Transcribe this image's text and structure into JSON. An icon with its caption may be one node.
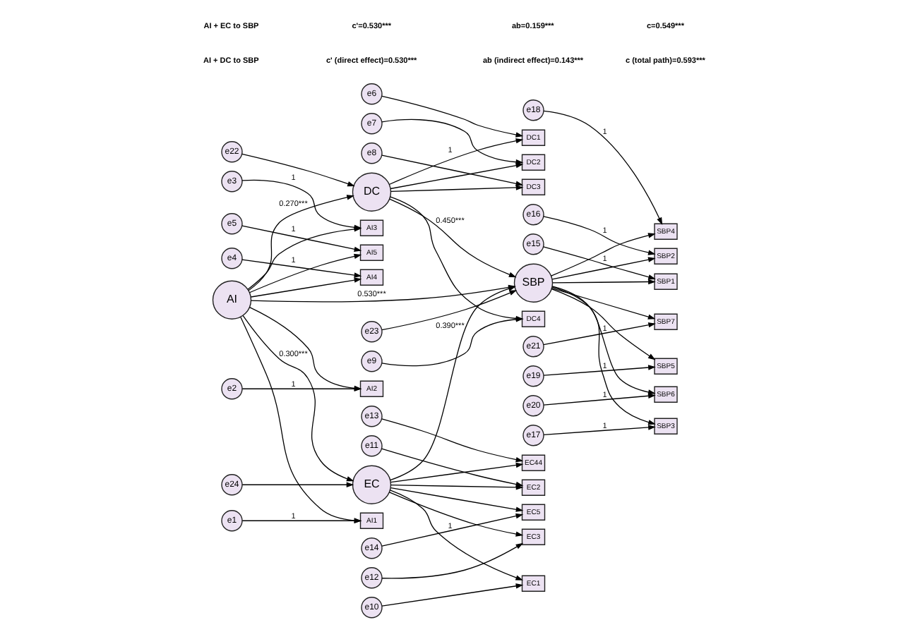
{
  "diagram": {
    "nodes": [
      {
        "text": [
          "e6"
        ]
      },
      {
        "text": [
          "e7"
        ]
      },
      {
        "text": [
          "e8"
        ]
      },
      {
        "text": [
          "e9"
        ]
      },
      {
        "text": [
          "DC1"
        ]
      },
      {
        "text": [
          "DC2"
        ]
      },
      {
        "text": [
          "DC3"
        ]
      },
      {
        "text": [
          "DC4"
        ]
      },
      {
        "text": [
          "e22"
        ]
      },
      {
        "text": [
          "DC"
        ]
      },
      {
        "text": [
          "e23"
        ]
      },
      {
        "text": [
          "SBP"
        ]
      },
      {
        "text": [
          "e5"
        ]
      },
      {
        "text": [
          "AI5"
        ]
      },
      {
        "text": [
          "e4"
        ]
      },
      {
        "text": [
          "AI4"
        ]
      },
      {
        "text": [
          "e3"
        ]
      },
      {
        "text": [
          "AI3"
        ]
      },
      {
        "text": [
          "e2"
        ]
      },
      {
        "text": [
          "AI2"
        ]
      },
      {
        "text": [
          "e1"
        ]
      },
      {
        "text": [
          "AI1"
        ]
      },
      {
        "text": [
          "AI"
        ]
      },
      {
        "text": [
          "e24"
        ]
      },
      {
        "text": [
          "EC"
        ]
      },
      {
        "text": [
          "EC5"
        ]
      },
      {
        "text": [
          "EC44"
        ]
      },
      {
        "text": [
          "EC3"
        ]
      },
      {
        "text": [
          "EC2"
        ]
      },
      {
        "text": [
          "EC1"
        ]
      },
      {
        "text": [
          "e14"
        ]
      },
      {
        "text": [
          "e13"
        ]
      },
      {
        "text": [
          "e12"
        ]
      },
      {
        "text": [
          "e11"
        ]
      },
      {
        "text": [
          "e10"
        ]
      },
      {
        "text": [
          "SBP1"
        ]
      },
      {
        "text": [
          "SBP2"
        ]
      },
      {
        "text": [
          "SBP3"
        ]
      },
      {
        "text": [
          "SBP4"
        ]
      },
      {
        "text": [
          "SBP5"
        ]
      },
      {
        "text": [
          "SBP6"
        ]
      },
      {
        "text": [
          "SBP7"
        ]
      },
      {
        "text": [
          "e15"
        ]
      },
      {
        "text": [
          "e16"
        ]
      },
      {
        "text": [
          "e17"
        ]
      },
      {
        "text": [
          "e18"
        ]
      },
      {
        "text": [
          "e19"
        ]
      },
      {
        "text": [
          "e20"
        ]
      },
      {
        "text": [
          "e21"
        ]
      }
    ],
    "edges": [
      {
        "from": 0,
        "to": 4,
        "arrow": "to"
      },
      {
        "from": 1,
        "to": 5,
        "arrow": "to"
      },
      {
        "from": 2,
        "to": 6,
        "arrow": "to"
      },
      {
        "from": 3,
        "to": 7,
        "arrow": "to"
      },
      {
        "from": 9,
        "to": 4,
        "arrow": "to",
        "label": "1"
      },
      {
        "from": 9,
        "to": 5,
        "arrow": "to"
      },
      {
        "from": 9,
        "to": 6,
        "arrow": "to"
      },
      {
        "from": 9,
        "to": 7,
        "arrow": "to"
      },
      {
        "from": 8,
        "to": 9,
        "arrow": "to"
      },
      {
        "from": 22,
        "to": 9,
        "arrow": "to",
        "label": "0.270***"
      },
      {
        "from": 9,
        "to": 11,
        "arrow": "to",
        "label": "0.450***"
      },
      {
        "from": 22,
        "to": 11,
        "arrow": "to",
        "label": "0.530***"
      },
      {
        "from": 22,
        "to": 24,
        "arrow": "to",
        "label": "0.300***"
      },
      {
        "from": 24,
        "to": 11,
        "arrow": "to",
        "label": "0.390***"
      },
      {
        "from": 23,
        "to": 24,
        "arrow": "to"
      },
      {
        "from": 10,
        "to": 11,
        "arrow": "to"
      },
      {
        "from": 12,
        "to": 13,
        "arrow": "to",
        "label": "1"
      },
      {
        "from": 14,
        "to": 15,
        "arrow": "to",
        "label": "1"
      },
      {
        "from": 16,
        "to": 17,
        "arrow": "to",
        "label": "1"
      },
      {
        "from": 18,
        "to": 19,
        "arrow": "to",
        "label": "1"
      },
      {
        "from": 20,
        "to": 21,
        "arrow": "to",
        "label": "1"
      },
      {
        "from": 22,
        "to": 13,
        "arrow": "to"
      },
      {
        "from": 22,
        "to": 15,
        "arrow": "to"
      },
      {
        "from": 22,
        "to": 17,
        "arrow": "to"
      },
      {
        "from": 22,
        "to": 19,
        "arrow": "to"
      },
      {
        "from": 22,
        "to": 21,
        "arrow": "to"
      },
      {
        "from": 24,
        "to": 25,
        "arrow": "to"
      },
      {
        "from": 24,
        "to": 26,
        "arrow": "to"
      },
      {
        "from": 24,
        "to": 27,
        "arrow": "to"
      },
      {
        "from": 24,
        "to": 28,
        "arrow": "to"
      },
      {
        "from": 24,
        "to": 29,
        "arrow": "to",
        "label": "1"
      },
      {
        "from": 30,
        "to": 25,
        "arrow": "to"
      },
      {
        "from": 31,
        "to": 26,
        "arrow": "to"
      },
      {
        "from": 32,
        "to": 27,
        "arrow": "to"
      },
      {
        "from": 33,
        "to": 28,
        "arrow": "to"
      },
      {
        "from": 34,
        "to": 29,
        "arrow": "to"
      },
      {
        "from": 11,
        "to": 35,
        "arrow": "to"
      },
      {
        "from": 11,
        "to": 36,
        "arrow": "to"
      },
      {
        "from": 11,
        "to": 37,
        "arrow": "to"
      },
      {
        "from": 11,
        "to": 38,
        "arrow": "to"
      },
      {
        "from": 11,
        "to": 39,
        "arrow": "to"
      },
      {
        "from": 11,
        "to": 40,
        "arrow": "to"
      },
      {
        "from": 11,
        "to": 41,
        "arrow": "to"
      },
      {
        "from": 42,
        "to": 35,
        "arrow": "to",
        "label": "1"
      },
      {
        "from": 43,
        "to": 36,
        "arrow": "to",
        "label": "1"
      },
      {
        "from": 44,
        "to": 37,
        "arrow": "to",
        "label": "1"
      },
      {
        "from": 45,
        "to": 38,
        "arrow": "to",
        "label": "1"
      },
      {
        "from": 46,
        "to": 39,
        "arrow": "to",
        "label": "1"
      },
      {
        "from": 47,
        "to": 40,
        "arrow": "to",
        "label": "1"
      },
      {
        "from": 48,
        "to": 41,
        "arrow": "to",
        "label": "1"
      }
    ],
    "labels": [
      "AI + DC to SBP",
      "c' (direct effect)=0.530***",
      "ab (indirect effect)=0.143***",
      "c (total path)=0.593***",
      "AI + EC to SBP",
      "c'=0.530***",
      "ab=0.159***",
      "c=0.549***"
    ]
  }
}
